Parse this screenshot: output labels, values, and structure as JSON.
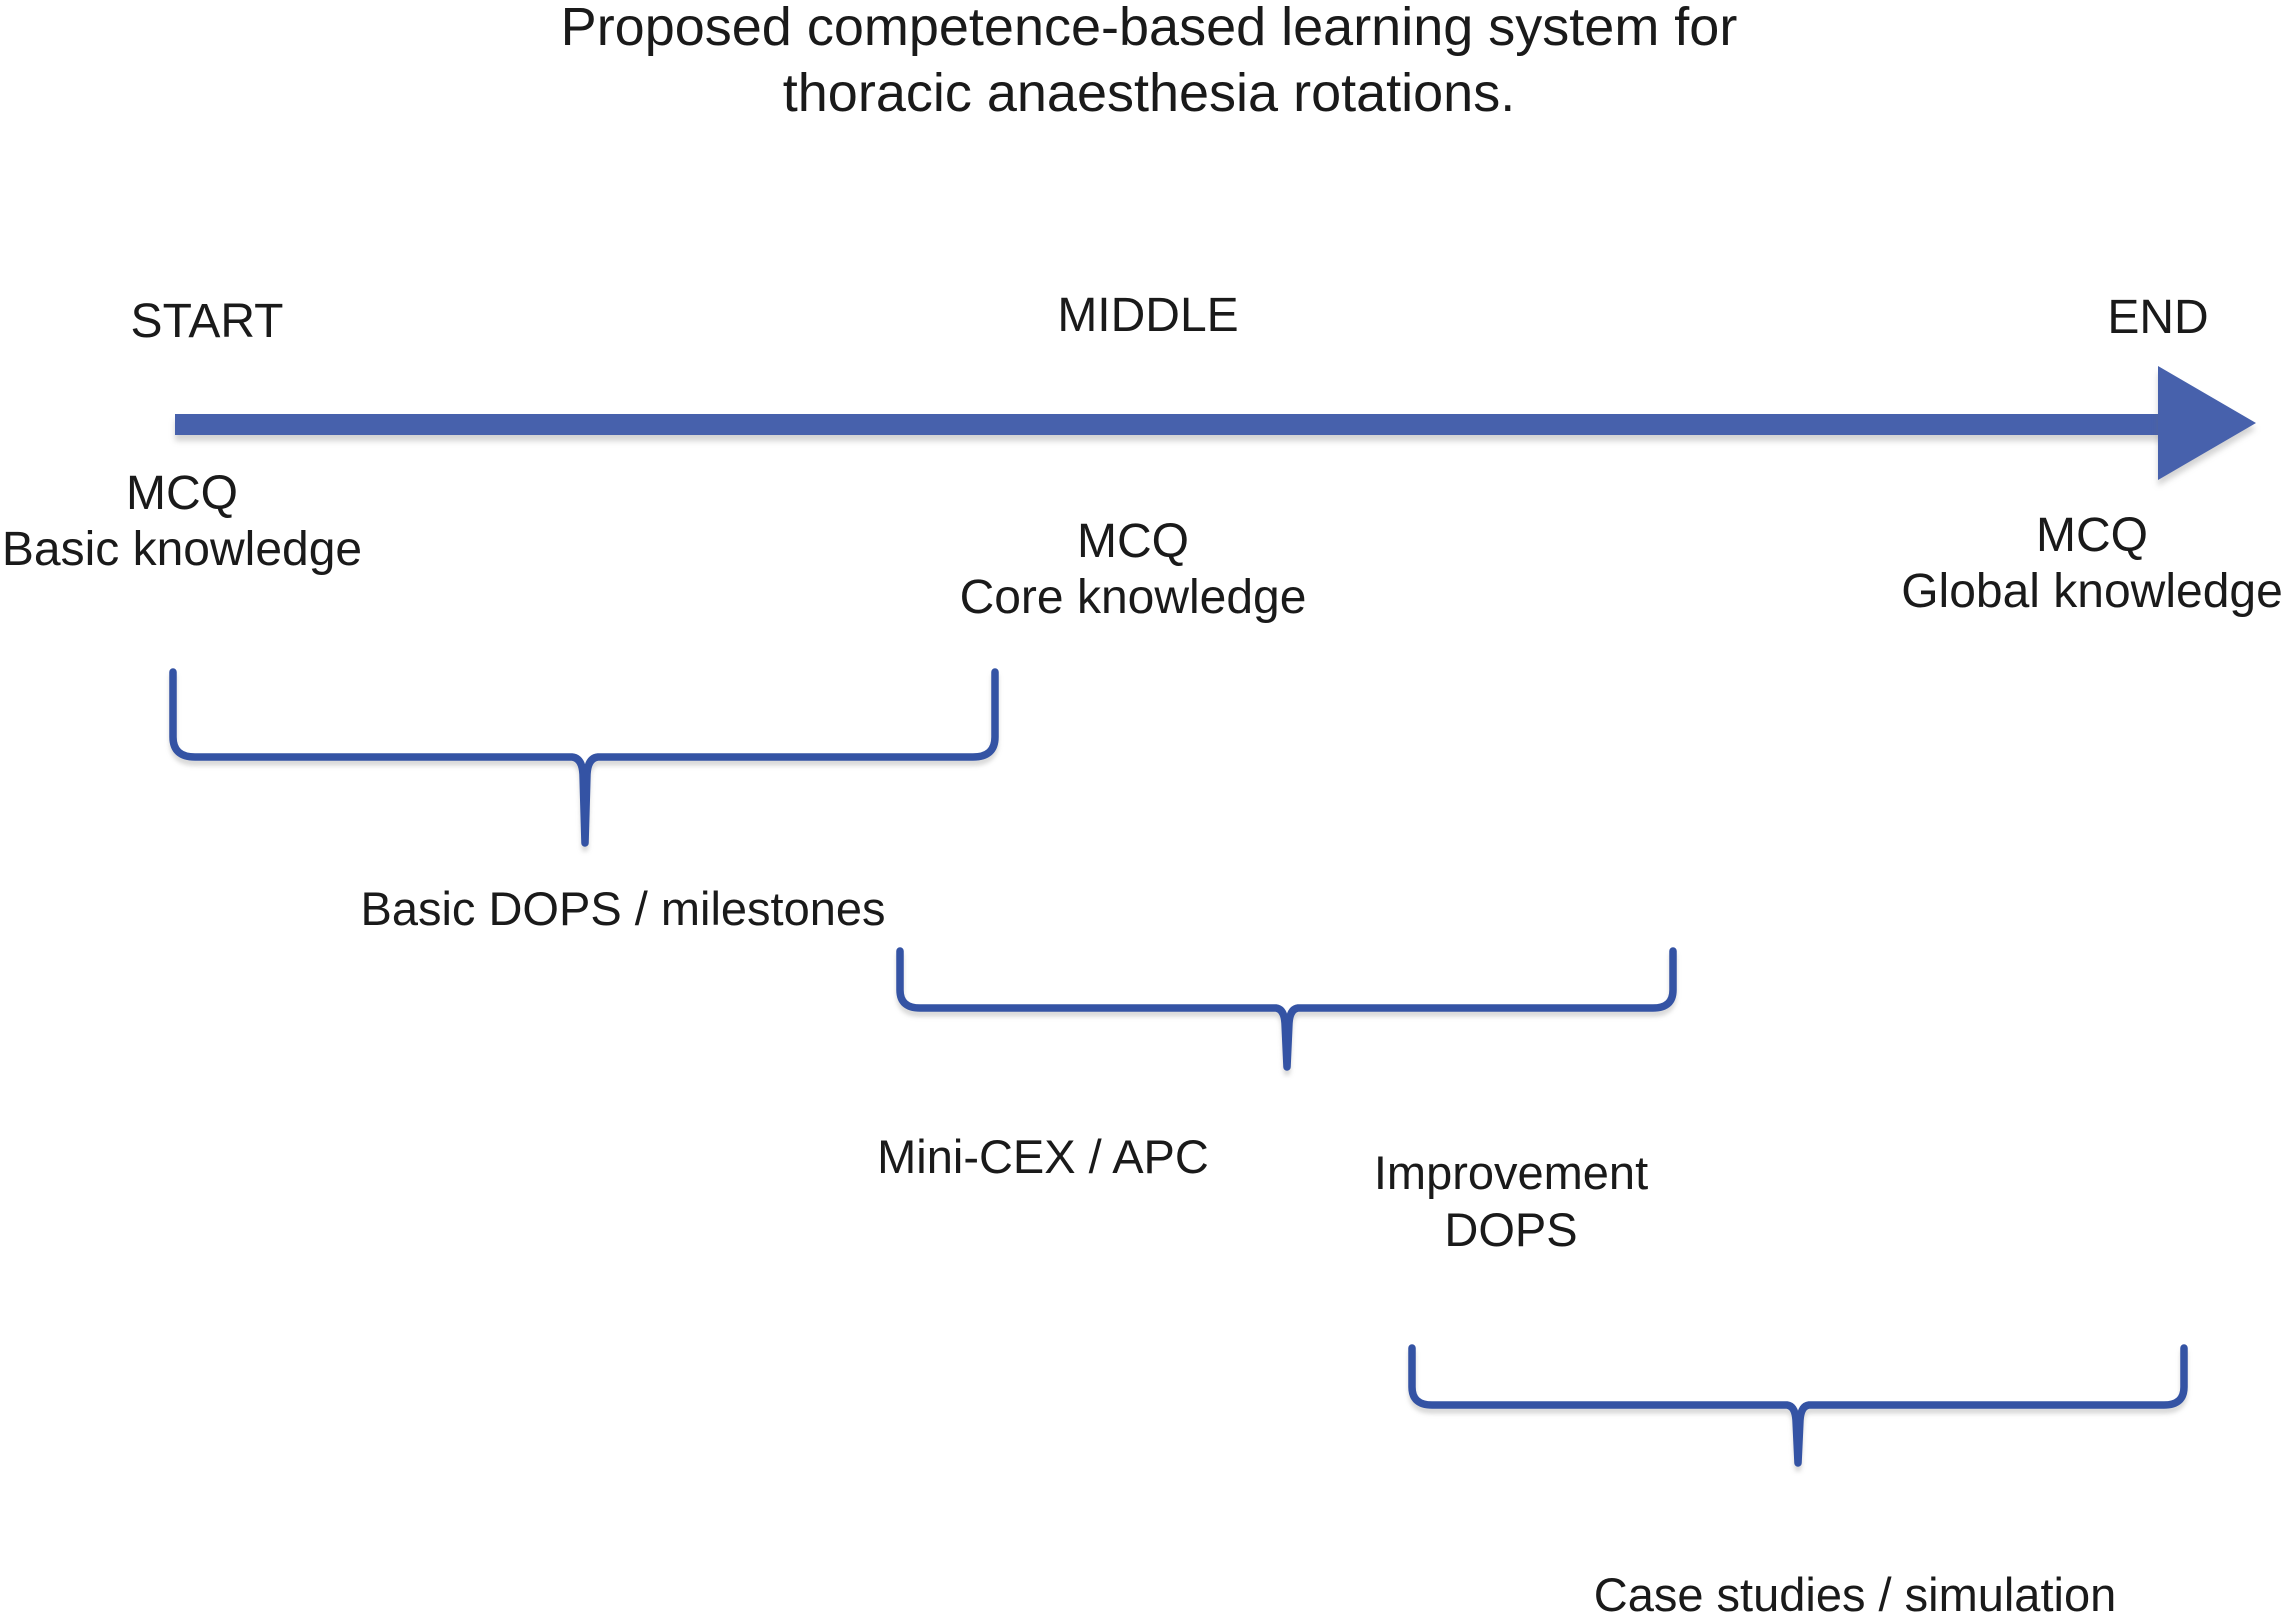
{
  "figure": {
    "title_line1": "Proposed competence-based learning system for",
    "title_line2": "thoracic anaesthesia rotations.",
    "timeline": {
      "start_label": "START",
      "middle_label": "MIDDLE",
      "end_label": "END"
    },
    "milestones": [
      {
        "line1": "MCQ",
        "line2": "Basic knowledge"
      },
      {
        "line1": "MCQ",
        "line2": "Core knowledge"
      },
      {
        "line1": "MCQ",
        "line2": "Global knowledge"
      }
    ],
    "phases": [
      {
        "label": "Basic DOPS / milestones"
      },
      {
        "label": "Mini-CEX / APC"
      },
      {
        "label_line1": "Improvement",
        "label_line2": "DOPS"
      },
      {
        "label": "Case studies / simulation"
      }
    ],
    "colors": {
      "arrow": "#4761ac",
      "brace": "#3453a4"
    }
  }
}
